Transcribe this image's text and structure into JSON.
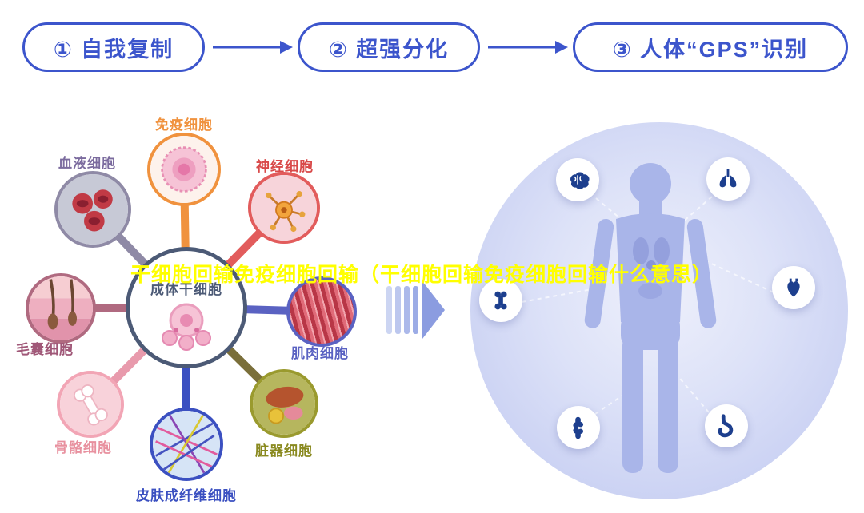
{
  "header": {
    "steps": [
      {
        "label": "① 自我复制"
      },
      {
        "label": "② 超强分化"
      },
      {
        "label": "③ 人体“GPS”识别"
      }
    ],
    "accent_color": "#3c55cc"
  },
  "overlay": {
    "title": "干细胞回输免疫细胞回输（干细胞回输免疫细胞回输什么意思）",
    "color": "#ffff00"
  },
  "diagram": {
    "center": {
      "label": "成体干细胞",
      "color": "#4c5a76"
    },
    "cells": [
      {
        "id": "immune",
        "label": "免疫细胞",
        "color": "#f0923e"
      },
      {
        "id": "blood",
        "label": "血液细胞",
        "color": "#8f8aa6"
      },
      {
        "id": "nerve",
        "label": "神经细胞",
        "color": "#e25c5c"
      },
      {
        "id": "hair-follicle",
        "label": "毛囊细胞",
        "color": "#b06a80"
      },
      {
        "id": "muscle",
        "label": "肌肉细胞",
        "color": "#5a62c2"
      },
      {
        "id": "bone",
        "label": "骨骼细胞",
        "color": "#f2a5b5"
      },
      {
        "id": "organ",
        "label": "脏器细胞",
        "color": "#9a9a2e"
      },
      {
        "id": "skin-fibroblast",
        "label": "皮肤成纤维细胞",
        "color": "#3b50c1"
      }
    ]
  },
  "body_map": {
    "icons": [
      {
        "name": "brain-icon"
      },
      {
        "name": "lungs-icon"
      },
      {
        "name": "bone-icon"
      },
      {
        "name": "heart-icon"
      },
      {
        "name": "joint-icon"
      },
      {
        "name": "stomach-icon"
      }
    ],
    "icon_color": "#1d3f8e",
    "circle_color": "#dde2f8",
    "silhouette_color": "#a9b5e9"
  }
}
